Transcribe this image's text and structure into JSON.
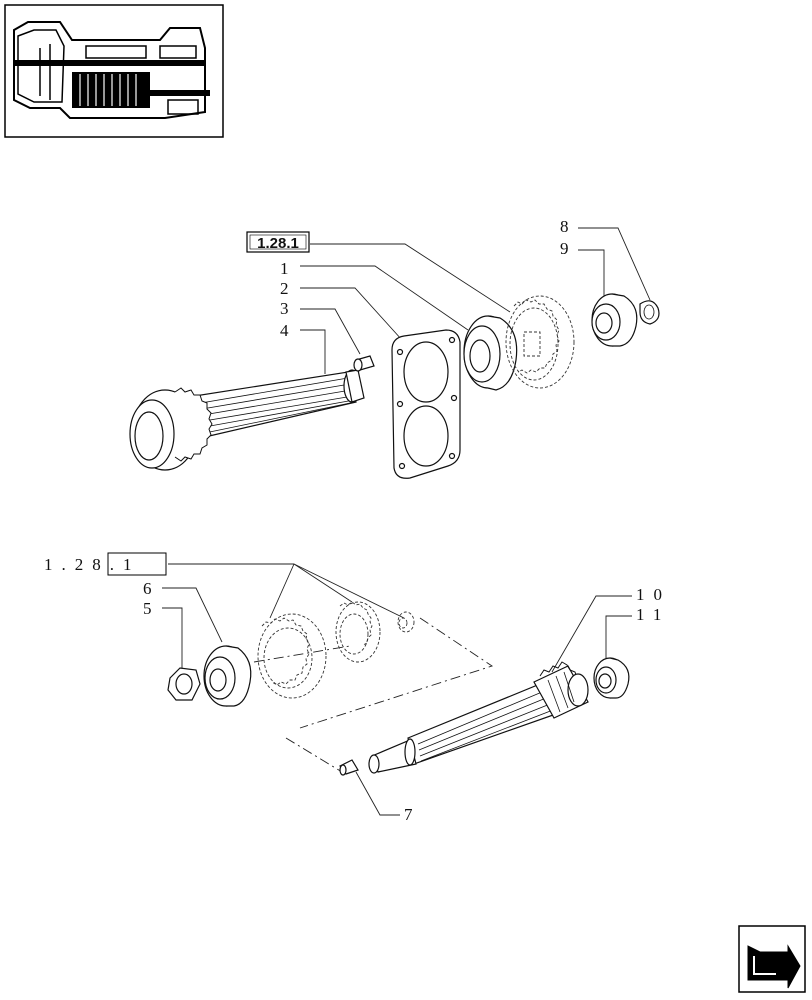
{
  "references": {
    "upper_ref": "1.28.1",
    "lower_ref": "1.28.1"
  },
  "callouts": {
    "c1": "1",
    "c2": "2",
    "c3": "3",
    "c4": "4",
    "c5": "5",
    "c6": "6",
    "c7": "7",
    "c8": "8",
    "c9": "9",
    "c10": "10",
    "c11": "11"
  },
  "icons": {
    "thumbnail": "transmission-section-thumbnail",
    "navigation": "next-page-arrow-icon"
  }
}
